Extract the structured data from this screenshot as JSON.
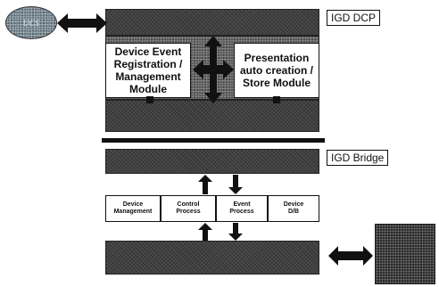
{
  "diagram": {
    "labels": {
      "igd_dcp": "IGD DCP",
      "igd_bridge": "IGD Bridge"
    },
    "modules": {
      "device_event": "Device Event\nRegistration /\nManagement\nModule",
      "presentation": "Presentation\nauto creation /\nStore Module"
    },
    "bridge_boxes": [
      "Device\nManagement",
      "Control\nProcess",
      "Event\nProcess",
      "Device\nD/B"
    ],
    "blob_text": "UCS"
  },
  "colors": {
    "dark_bar": "#3e3e3e",
    "outline": "#111111",
    "background": "#ffffff"
  },
  "icons": {
    "double_arrow": "double-headed-arrow",
    "cross_arrow": "four-way-arrow",
    "vertical_arrows": "up-down-arrows"
  }
}
